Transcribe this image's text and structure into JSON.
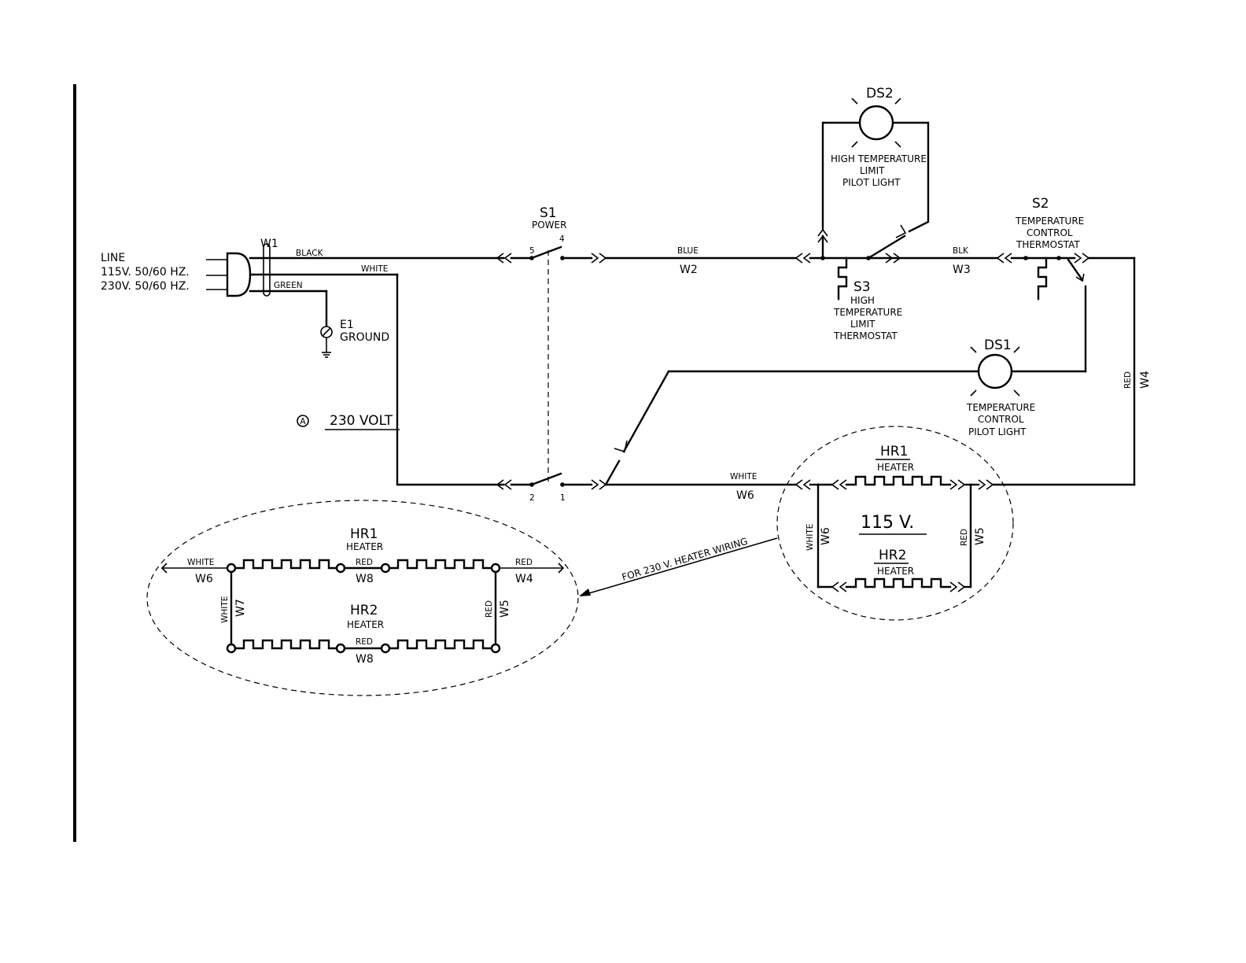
{
  "line": {
    "label": "LINE",
    "v115": "115V. 50/60 HZ.",
    "v230": "230V. 50/60 HZ."
  },
  "cord": {
    "ref": "W1",
    "black": "BLACK",
    "white": "WHITE",
    "green": "GREEN"
  },
  "ground": {
    "ref": "E1",
    "label": "GROUND"
  },
  "note_230": {
    "marker": "A",
    "label": "230 VOLT"
  },
  "s1": {
    "ref": "S1",
    "label": "POWER",
    "t5": "5",
    "t4": "4",
    "t2": "2",
    "t1": "1"
  },
  "w2": {
    "color": "BLUE",
    "ref": "W2"
  },
  "w3": {
    "color": "BLK",
    "ref": "W3"
  },
  "w4": {
    "color": "RED",
    "ref": "W4"
  },
  "w6": {
    "color": "WHITE",
    "ref": "W6"
  },
  "ds2": {
    "ref": "DS2",
    "line1": "HIGH TEMPERATURE",
    "line2": "LIMIT",
    "line3": "PILOT LIGHT"
  },
  "s3": {
    "ref": "S3",
    "line1": "HIGH",
    "line2": "TEMPERATURE",
    "line3": "LIMIT",
    "line4": "THERMOSTAT"
  },
  "s2": {
    "ref": "S2",
    "line1": "TEMPERATURE",
    "line2": "CONTROL",
    "line3": "THERMOSTAT"
  },
  "ds1": {
    "ref": "DS1",
    "line1": "TEMPERATURE",
    "line2": "CONTROL",
    "line3": "PILOT LIGHT"
  },
  "detail_115": {
    "hr1": "HR1",
    "hr1_label": "HEATER",
    "hr2": "HR2",
    "hr2_label": "HEATER",
    "voltage": "115 V.",
    "left_color": "WHITE",
    "left_ref": "W6",
    "right_color": "RED",
    "right_ref": "W5"
  },
  "callout": "FOR 230 V. HEATER WIRING",
  "detail_230": {
    "hr1": "HR1",
    "hr1_label": "HEATER",
    "hr2": "HR2",
    "hr2_label": "HEATER",
    "in_color": "WHITE",
    "in_ref": "W6",
    "out_color": "RED",
    "out_ref": "W4",
    "mid_top_color": "RED",
    "mid_top_ref": "W8",
    "mid_bot_color": "RED",
    "mid_bot_ref": "W8",
    "left_color": "WHITE",
    "left_ref": "W7",
    "right_color": "RED",
    "right_ref": "W5"
  }
}
